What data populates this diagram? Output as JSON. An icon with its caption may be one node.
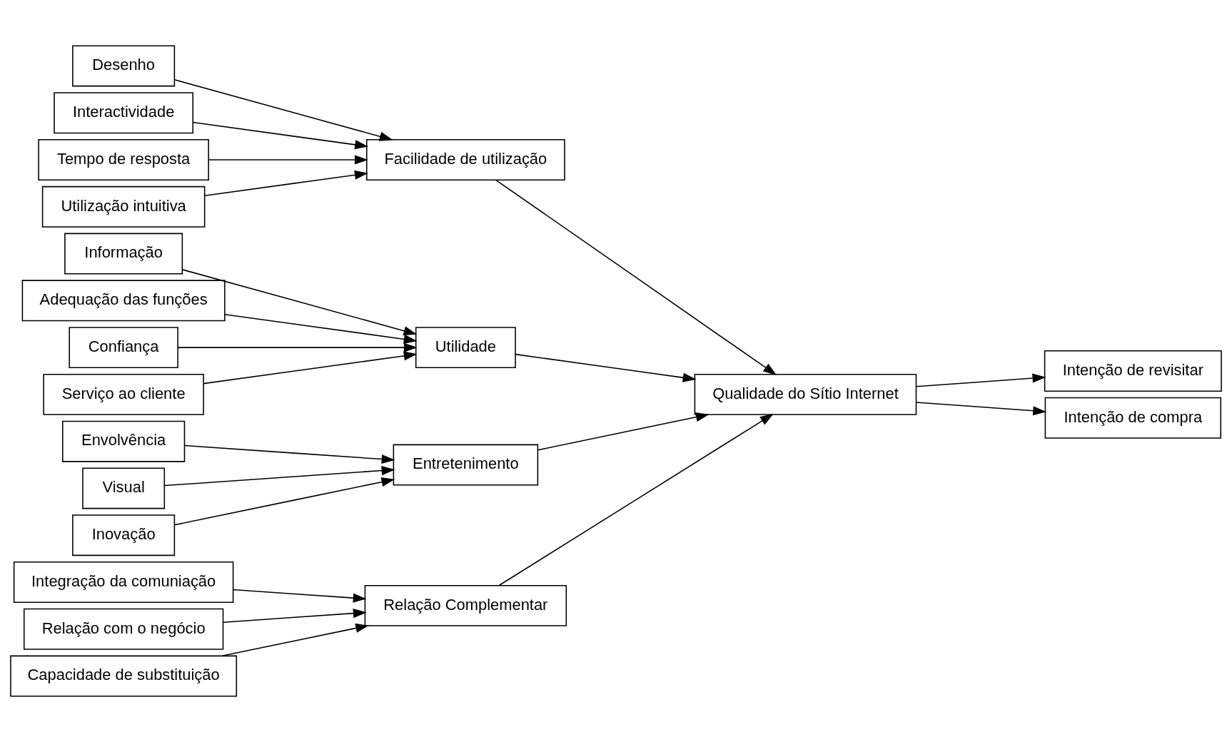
{
  "diagram": {
    "nodes": [
      {
        "text": [
          "Desenho"
        ]
      },
      {
        "text": [
          "Interactividade"
        ]
      },
      {
        "text": [
          "Tempo de resposta"
        ]
      },
      {
        "text": [
          "Utilização intuitiva"
        ]
      },
      {
        "text": [
          "Informação"
        ]
      },
      {
        "text": [
          "Adequação das funções"
        ]
      },
      {
        "text": [
          "Confiança"
        ]
      },
      {
        "text": [
          "Serviço ao cliente"
        ]
      },
      {
        "text": [
          "Envolvência"
        ]
      },
      {
        "text": [
          "Visual"
        ]
      },
      {
        "text": [
          "Inovação"
        ]
      },
      {
        "text": [
          "Integração da comuniação"
        ]
      },
      {
        "text": [
          "Relação com o negócio"
        ]
      },
      {
        "text": [
          "Capacidade de substituição"
        ]
      },
      {
        "text": [
          "Facilidade de utilização"
        ]
      },
      {
        "text": [
          "Utilidade"
        ]
      },
      {
        "text": [
          "Entretenimento"
        ]
      },
      {
        "text": [
          "Relação Complementar"
        ]
      },
      {
        "text": [
          "Qualidade do Sítio Internet"
        ]
      },
      {
        "text": [
          "Intenção de revisitar"
        ]
      },
      {
        "text": [
          "Intenção de compra"
        ]
      }
    ],
    "edges": [
      {
        "from": 0,
        "to": 14,
        "arrow": "to"
      },
      {
        "from": 1,
        "to": 14,
        "arrow": "to"
      },
      {
        "from": 2,
        "to": 14,
        "arrow": "to"
      },
      {
        "from": 3,
        "to": 14,
        "arrow": "to"
      },
      {
        "from": 4,
        "to": 15,
        "arrow": "to"
      },
      {
        "from": 5,
        "to": 15,
        "arrow": "to"
      },
      {
        "from": 6,
        "to": 15,
        "arrow": "to"
      },
      {
        "from": 7,
        "to": 15,
        "arrow": "to"
      },
      {
        "from": 8,
        "to": 16,
        "arrow": "to"
      },
      {
        "from": 9,
        "to": 16,
        "arrow": "to"
      },
      {
        "from": 10,
        "to": 16,
        "arrow": "to"
      },
      {
        "from": 11,
        "to": 17,
        "arrow": "to"
      },
      {
        "from": 12,
        "to": 17,
        "arrow": "to"
      },
      {
        "from": 13,
        "to": 17,
        "arrow": "to"
      },
      {
        "from": 14,
        "to": 18,
        "arrow": "to"
      },
      {
        "from": 15,
        "to": 18,
        "arrow": "to"
      },
      {
        "from": 16,
        "to": 18,
        "arrow": "to"
      },
      {
        "from": 17,
        "to": 18,
        "arrow": "to"
      },
      {
        "from": 18,
        "to": 19,
        "arrow": "to"
      },
      {
        "from": 18,
        "to": 20,
        "arrow": "to"
      }
    ]
  }
}
